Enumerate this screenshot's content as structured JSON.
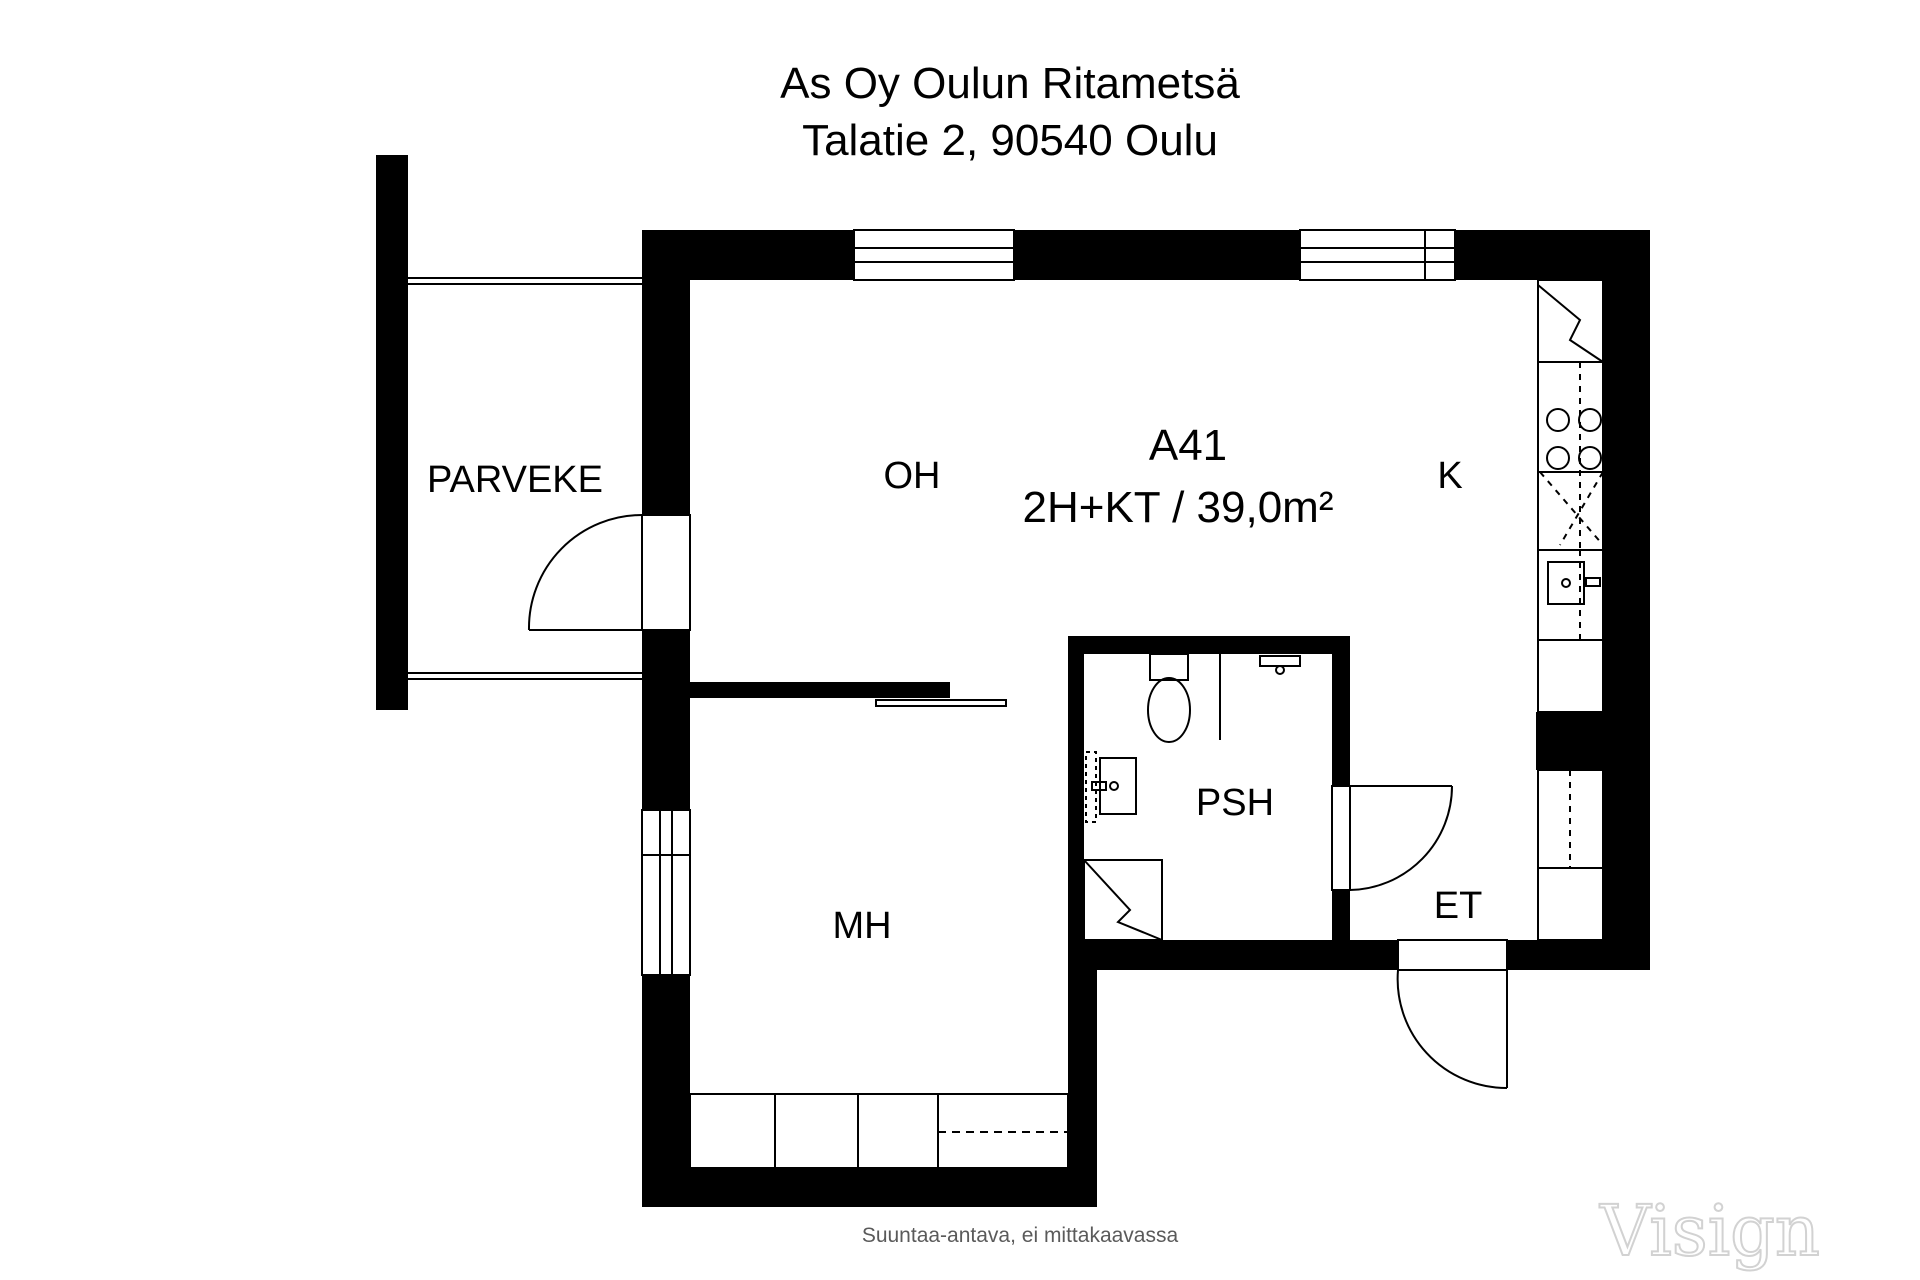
{
  "header": {
    "title": "As Oy Oulun Ritametsä",
    "address": "Talatie 2, 90540 Oulu"
  },
  "apartment": {
    "id": "A41",
    "summary": "2H+KT / 39,0m²"
  },
  "rooms": {
    "balcony": "PARVEKE",
    "living": "OH",
    "kitchen": "K",
    "bathroom": "PSH",
    "bedroom": "MH",
    "hall": "ET"
  },
  "footer": {
    "note": "Suuntaa-antava, ei mittakaavassa",
    "watermark": "Visign"
  },
  "colors": {
    "wall": "#000000",
    "background": "#ffffff",
    "note_text": "#5a5a5a",
    "watermark": "#d2d2d2"
  }
}
